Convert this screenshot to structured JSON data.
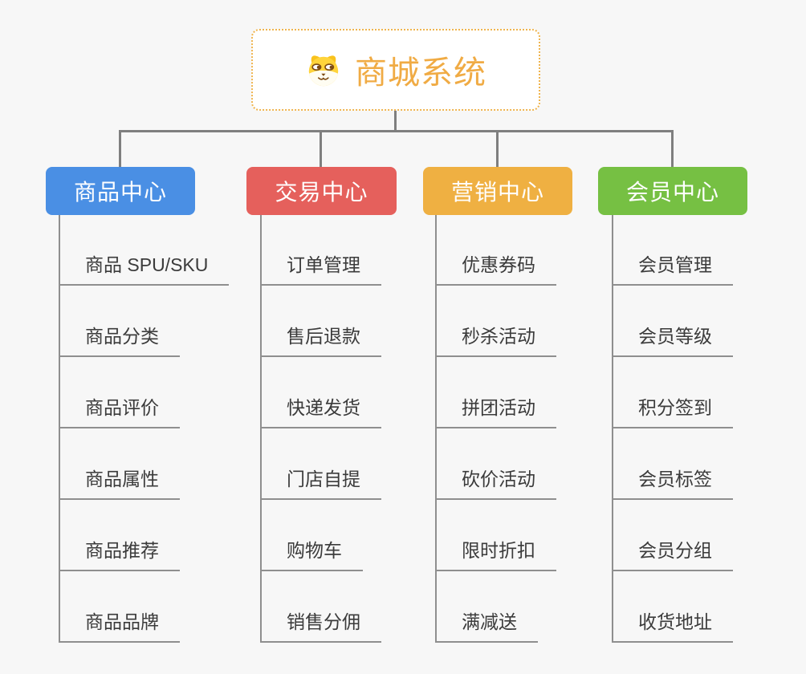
{
  "root": {
    "title": "商城系统",
    "icon": "dog-face-icon",
    "border_color": "#efb44e",
    "text_color": "#f0ab44"
  },
  "columns": [
    {
      "label": "商品中心",
      "color": "#4a8fe4",
      "items": [
        "商品 SPU/SKU",
        "商品分类",
        "商品评价",
        "商品属性",
        "商品推荐",
        "商品品牌"
      ]
    },
    {
      "label": "交易中心",
      "color": "#e5605c",
      "items": [
        "订单管理",
        "售后退款",
        "快递发货",
        "门店自提",
        "购物车",
        "销售分佣"
      ]
    },
    {
      "label": "营销中心",
      "color": "#efb042",
      "items": [
        "优惠券码",
        "秒杀活动",
        "拼团活动",
        "砍价活动",
        "限时折扣",
        "满减送"
      ]
    },
    {
      "label": "会员中心",
      "color": "#76c043",
      "items": [
        "会员管理",
        "会员等级",
        "积分签到",
        "会员标签",
        "会员分组",
        "收货地址"
      ]
    }
  ],
  "connector_color": "#7f7f7f",
  "line_color": "#8f8f8f",
  "background_color": "#f7f7f7"
}
